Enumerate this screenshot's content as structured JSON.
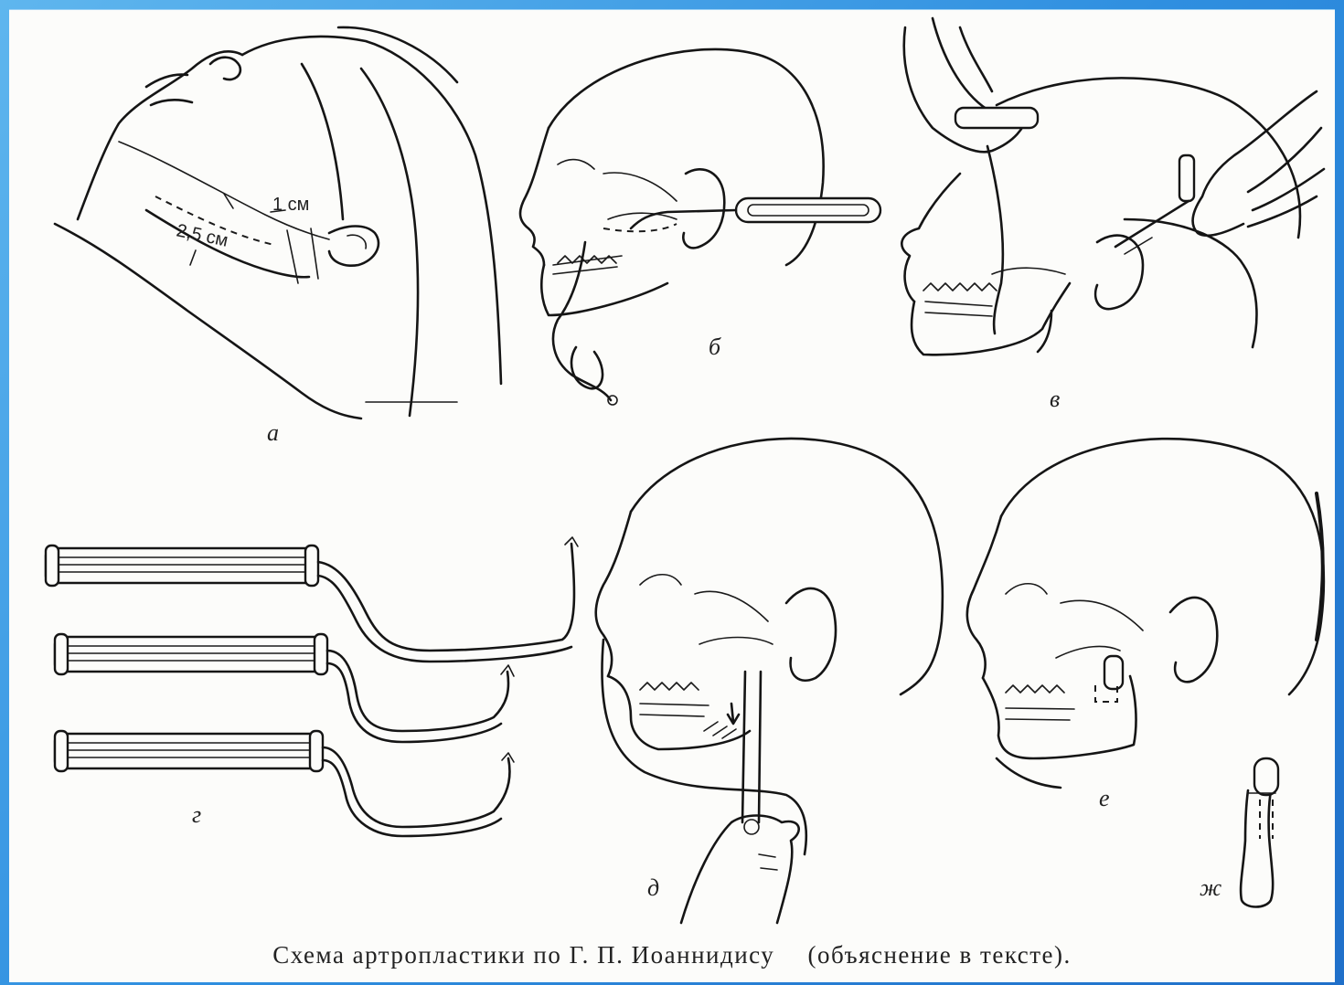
{
  "labels": {
    "a": "а",
    "b": "б",
    "v": "в",
    "g": "г",
    "d": "д",
    "e": "е",
    "zh": "ж"
  },
  "measurements": {
    "incision_length": "2,5 см",
    "offset": "1 см"
  },
  "caption": {
    "title": "Схема артропластики по Г. П. Иоаннидису",
    "note": "(объяснение в тексте)."
  },
  "colors": {
    "frame": "#2f8fe0",
    "paper": "#fcfcfa",
    "ink": "#151515"
  }
}
